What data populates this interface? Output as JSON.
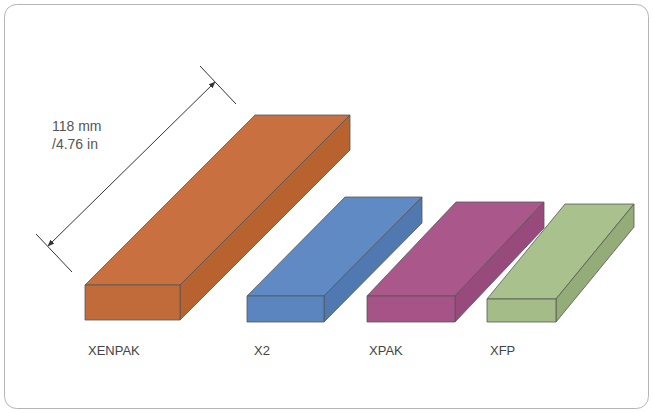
{
  "diagram": {
    "labels": [
      "118 mm /4.76 in",
      "XENPAK",
      "X2",
      "XPAK",
      "XFP"
    ]
  }
}
